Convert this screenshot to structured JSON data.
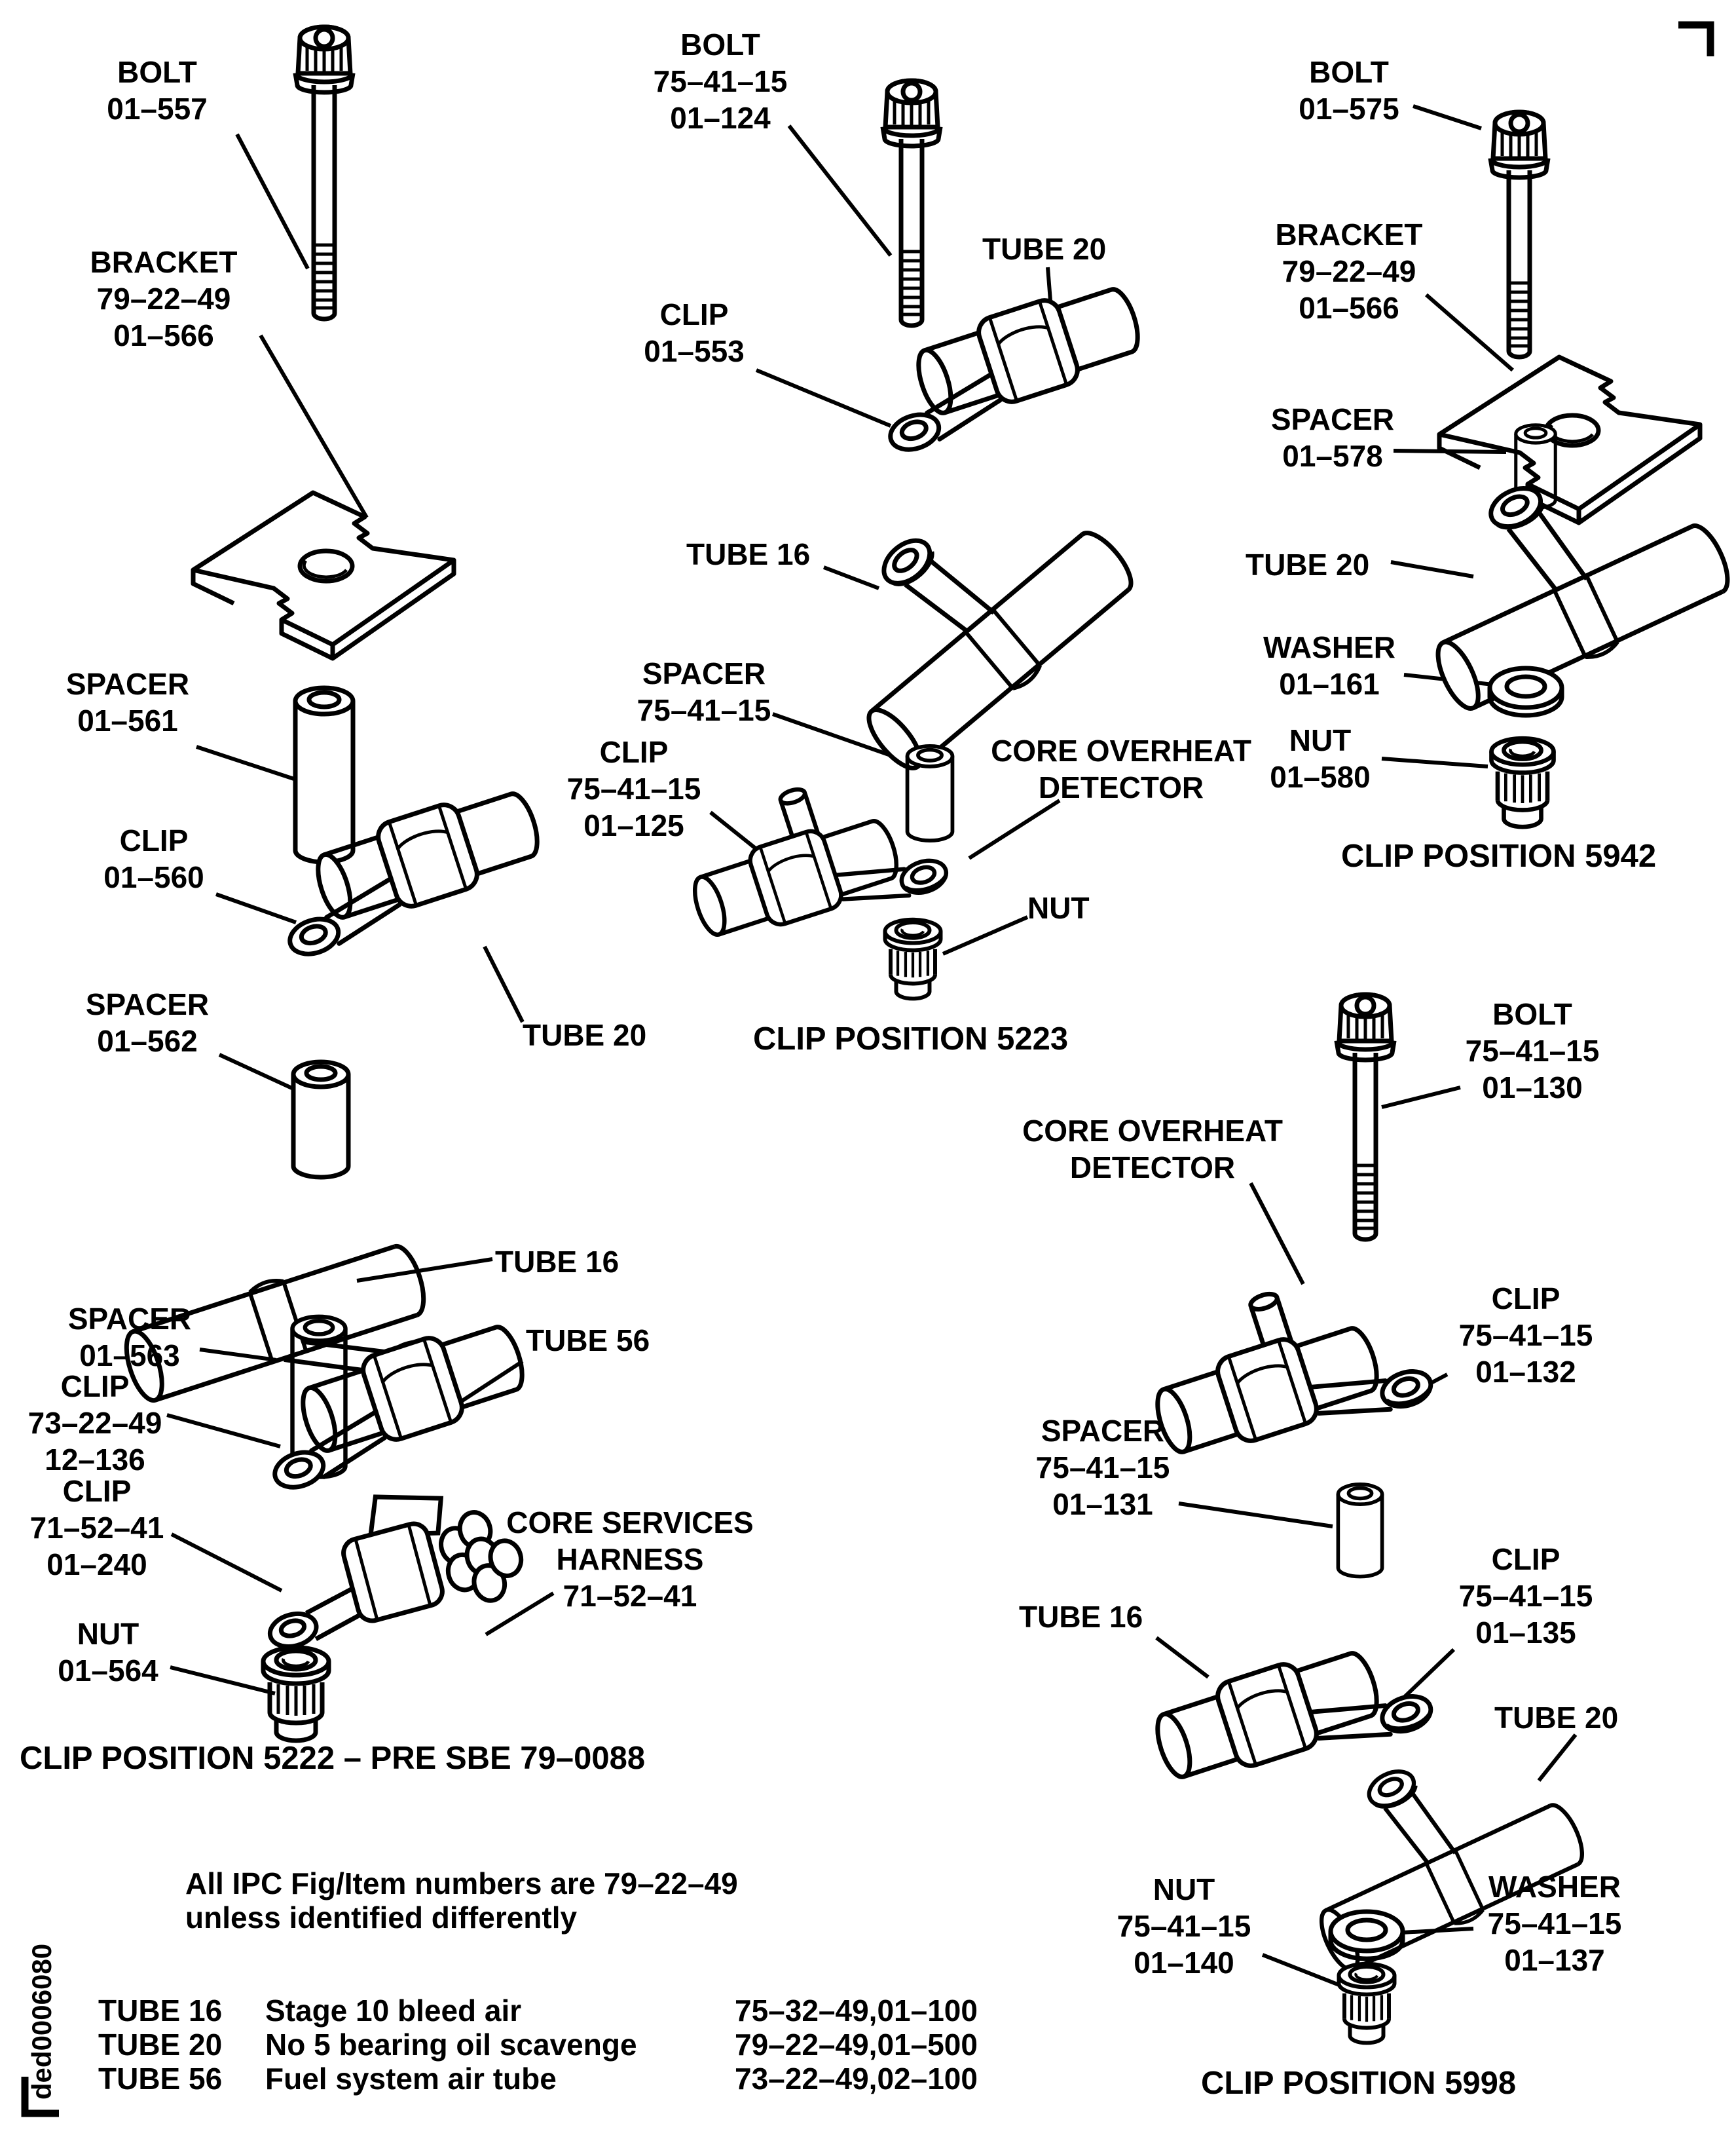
{
  "figure": {
    "id_vertical": "ded0006080"
  },
  "notes": {
    "line1": "All IPC Fig/Item numbers are 79–22–49",
    "line2": "unless identified differently"
  },
  "tube_table": {
    "rows": [
      {
        "tube": "TUBE 16",
        "desc": "Stage 10 bleed air",
        "ref": "75–32–49,01–100"
      },
      {
        "tube": "TUBE 20",
        "desc": "No 5 bearing oil scavenge",
        "ref": "79–22–49,01–500"
      },
      {
        "tube": "TUBE 56",
        "desc": "Fuel system air tube",
        "ref": "73–22–49,02–100"
      }
    ]
  },
  "assemblies": {
    "pos5222": {
      "caption": "CLIP POSITION 5222 – PRE SBE 79–0088",
      "labels": {
        "bolt": "BOLT\n01–557",
        "bracket": "BRACKET\n79–22–49\n01–566",
        "spacer_561": "SPACER\n01–561",
        "clip_560": "CLIP\n01–560",
        "tube20": "TUBE 20",
        "spacer_562": "SPACER\n01–562",
        "tube16": "TUBE 16",
        "spacer_563": "SPACER\n01–563",
        "tube56": "TUBE 56",
        "clip_73_22_49": "CLIP\n73–22–49\n12–136",
        "clip_71_52_41": "CLIP\n71–52–41\n01–240",
        "core_services_harness": "CORE SERVICES\nHARNESS\n71–52–41",
        "nut_564": "NUT\n01–564"
      }
    },
    "pos5223": {
      "caption": "CLIP POSITION 5223",
      "labels": {
        "bolt": "BOLT\n75–41–15\n01–124",
        "clip_553": "CLIP\n01–553",
        "tube20": "TUBE 20",
        "tube16": "TUBE 16",
        "spacer": "SPACER\n75–41–15",
        "clip_125": "CLIP\n75–41–15\n01–125",
        "core_overheat_detector": "CORE OVERHEAT\nDETECTOR",
        "nut": "NUT"
      }
    },
    "pos5942": {
      "caption": "CLIP POSITION 5942",
      "labels": {
        "bolt": "BOLT\n01–575",
        "bracket": "BRACKET\n79–22–49\n01–566",
        "spacer_578": "SPACER\n01–578",
        "tube20": "TUBE 20",
        "washer_161": "WASHER\n01–161",
        "nut_580": "NUT\n01–580"
      }
    },
    "pos5998": {
      "caption": "CLIP POSITION 5998",
      "labels": {
        "bolt": "BOLT\n75–41–15\n01–130",
        "core_overheat_detector": "CORE OVERHEAT\nDETECTOR",
        "clip_132": "CLIP\n75–41–15\n01–132",
        "spacer_131": "SPACER\n75–41–15\n01–131",
        "clip_135": "CLIP\n75–41–15\n01–135",
        "tube16": "TUBE 16",
        "tube20": "TUBE 20",
        "nut_140": "NUT\n75–41–15\n01–140",
        "washer_137": "WASHER\n75–41–15\n01–137"
      }
    }
  }
}
